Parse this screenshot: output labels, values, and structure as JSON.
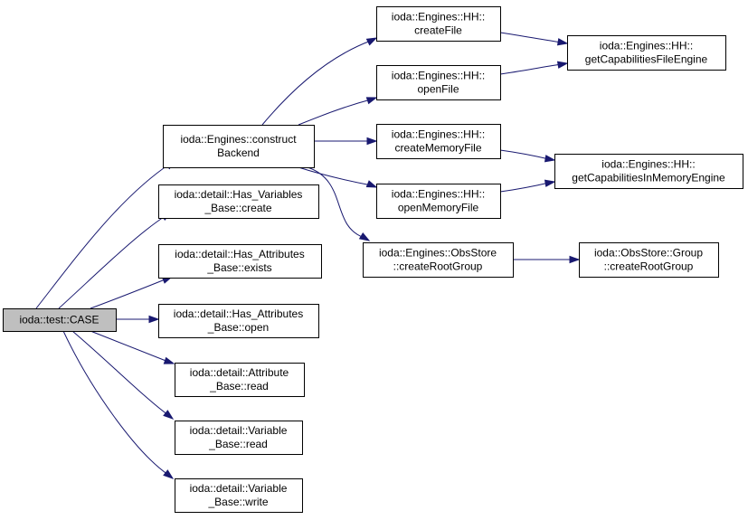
{
  "colors": {
    "node_fill": "#ffffff",
    "root_fill": "#bfbfbf",
    "node_border": "#000000",
    "edge": "#191970"
  },
  "nodes": {
    "case": [
      "ioda::test::CASE"
    ],
    "construct_backend": [
      "ioda::Engines::construct",
      "Backend"
    ],
    "has_variables_create": [
      "ioda::detail::Has_Variables",
      "_Base::create"
    ],
    "has_attributes_exists": [
      "ioda::detail::Has_Attributes",
      "_Base::exists"
    ],
    "has_attributes_open": [
      "ioda::detail::Has_Attributes",
      "_Base::open"
    ],
    "attribute_read": [
      "ioda::detail::Attribute",
      "_Base::read"
    ],
    "variable_read": [
      "ioda::detail::Variable",
      "_Base::read"
    ],
    "variable_write": [
      "ioda::detail::Variable",
      "_Base::write"
    ],
    "create_file": [
      "ioda::Engines::HH::",
      "createFile"
    ],
    "open_file": [
      "ioda::Engines::HH::",
      "openFile"
    ],
    "create_memory_file": [
      "ioda::Engines::HH::",
      "createMemoryFile"
    ],
    "open_memory_file": [
      "ioda::Engines::HH::",
      "openMemoryFile"
    ],
    "obsstore_create_root": [
      "ioda::Engines::ObsStore",
      "::createRootGroup"
    ],
    "cap_file_engine": [
      "ioda::Engines::HH::",
      "getCapabilitiesFileEngine"
    ],
    "cap_in_memory_engine": [
      "ioda::Engines::HH::",
      "getCapabilitiesInMemoryEngine"
    ],
    "group_create_root": [
      "ioda::ObsStore::Group",
      "::createRootGroup"
    ]
  }
}
